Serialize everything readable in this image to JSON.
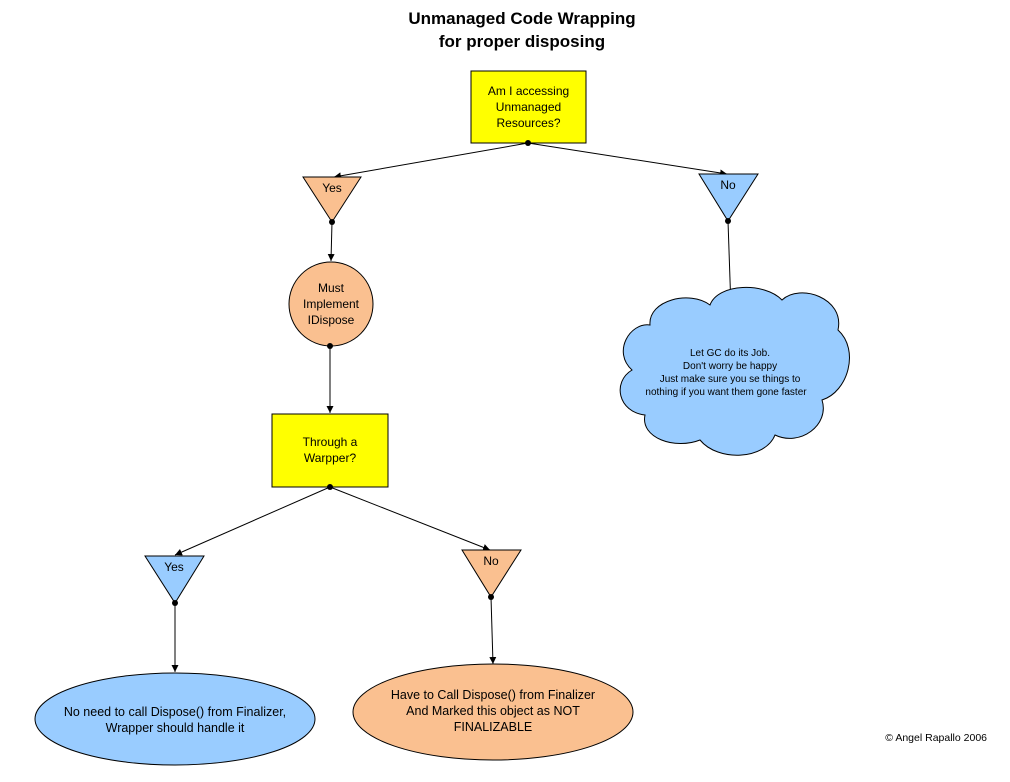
{
  "title": {
    "line1": "Unmanaged Code Wrapping",
    "line2": "for proper disposing"
  },
  "colors": {
    "decision_fill": "#ffff00",
    "yes_fill": "#fac090",
    "no_fill": "#99ccff",
    "outline": "#000000"
  },
  "nodes": {
    "q_unmanaged": {
      "shape": "rectangle",
      "lines": [
        "Am I accessing",
        "Unmanaged",
        "Resources?"
      ]
    },
    "yes_top": {
      "shape": "triangle",
      "label": "Yes"
    },
    "no_top": {
      "shape": "triangle",
      "label": "No"
    },
    "must_implement": {
      "shape": "circle",
      "lines": [
        "Must",
        "Implement",
        "IDispose"
      ]
    },
    "gc_cloud": {
      "shape": "cloud",
      "lines": [
        "Let GC do its Job.",
        "Don't worry be happy",
        "Just make sure you se things to",
        "nothing if you want them gone faster"
      ]
    },
    "q_wrapper": {
      "shape": "rectangle",
      "lines": [
        "Through a",
        "Warpper?"
      ]
    },
    "yes_bottom": {
      "shape": "triangle",
      "label": "Yes"
    },
    "no_bottom": {
      "shape": "triangle",
      "label": "No"
    },
    "wrapper_handles": {
      "shape": "ellipse",
      "lines": [
        "No need to call Dispose() from Finalizer,",
        "Wrapper should handle it"
      ]
    },
    "call_dispose": {
      "shape": "ellipse",
      "lines": [
        "Have to Call Dispose() from Finalizer",
        "And Marked this object as NOT",
        "FINALIZABLE"
      ]
    }
  },
  "edges": [
    {
      "from": "q_unmanaged",
      "to": "yes_top"
    },
    {
      "from": "q_unmanaged",
      "to": "no_top"
    },
    {
      "from": "yes_top",
      "to": "must_implement"
    },
    {
      "from": "no_top",
      "to": "gc_cloud"
    },
    {
      "from": "must_implement",
      "to": "q_wrapper"
    },
    {
      "from": "q_wrapper",
      "to": "yes_bottom"
    },
    {
      "from": "q_wrapper",
      "to": "no_bottom"
    },
    {
      "from": "yes_bottom",
      "to": "wrapper_handles"
    },
    {
      "from": "no_bottom",
      "to": "call_dispose"
    }
  ],
  "footer": {
    "copyright": "© Angel Rapallo 2006"
  }
}
